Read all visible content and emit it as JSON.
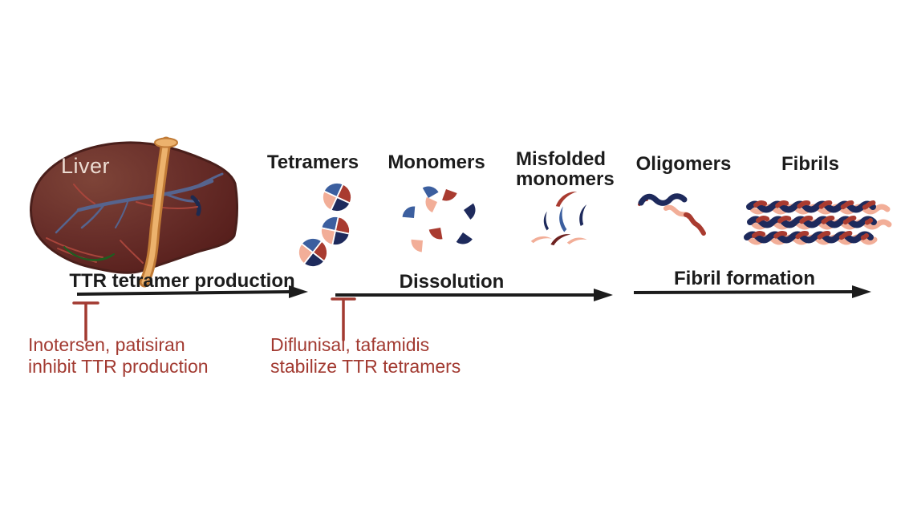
{
  "palette": {
    "subunit_blue": "#3c5f9f",
    "subunit_red": "#a93b30",
    "subunit_pink": "#f2ae98",
    "subunit_navy": "#1e2a5c",
    "annotation_red": "#a23a31",
    "arrow_black": "#1c1c1c",
    "label_black": "#1c1c1c",
    "liver_body": "#692f2a",
    "liver_outline": "#4a1f1b",
    "ligament_orange": "#c07a36",
    "vein_blue": "#56648e",
    "gallbladder_green": "#3f9a3f",
    "liver_text": "#ecdcd2"
  },
  "organ": {
    "label": "Liver"
  },
  "stages": [
    {
      "label": "Tetramers"
    },
    {
      "label": "Monomers"
    },
    {
      "label_line1": "Misfolded",
      "label_line2": "monomers"
    },
    {
      "label": "Oligomers"
    },
    {
      "label": "Fibrils"
    }
  ],
  "processes": [
    {
      "label": "TTR tetramer production"
    },
    {
      "label": "Dissolution"
    },
    {
      "label": "Fibril formation"
    }
  ],
  "drug_notes": [
    {
      "line1": "Inotersen, patisiran",
      "line2": "inhibit TTR production"
    },
    {
      "line1": "Diflunisal,  tafamidis",
      "line2": "stabilize TTR tetramers"
    }
  ]
}
